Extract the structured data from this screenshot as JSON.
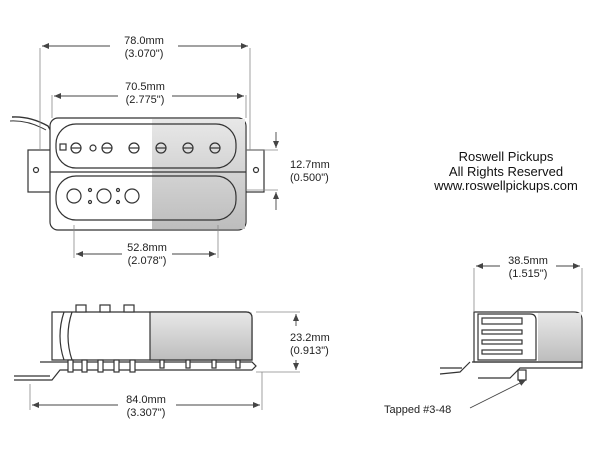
{
  "company": {
    "name": "Roswell Pickups",
    "rights": "All Rights Reserved",
    "website": "www.roswellpickups.com"
  },
  "dimensions": {
    "overall_length": {
      "mm": "78.0mm",
      "inch": "(3.070\")"
    },
    "cover_length": {
      "mm": "70.5mm",
      "inch": "(2.775\")"
    },
    "pole_spacing": {
      "mm": "52.8mm",
      "inch": "(2.078\")"
    },
    "cover_height": {
      "mm": "12.7mm",
      "inch": "(0.500\")"
    },
    "side_height": {
      "mm": "23.2mm",
      "inch": "(0.913\")"
    },
    "base_length": {
      "mm": "84.0mm",
      "inch": "(3.307\")"
    },
    "end_width": {
      "mm": "38.5mm",
      "inch": "(1.515\")"
    }
  },
  "callout": {
    "tapped": "Tapped #3-48"
  },
  "colors": {
    "line": "#333333",
    "dim_line": "#444444",
    "shade": "#cfcfcf"
  }
}
